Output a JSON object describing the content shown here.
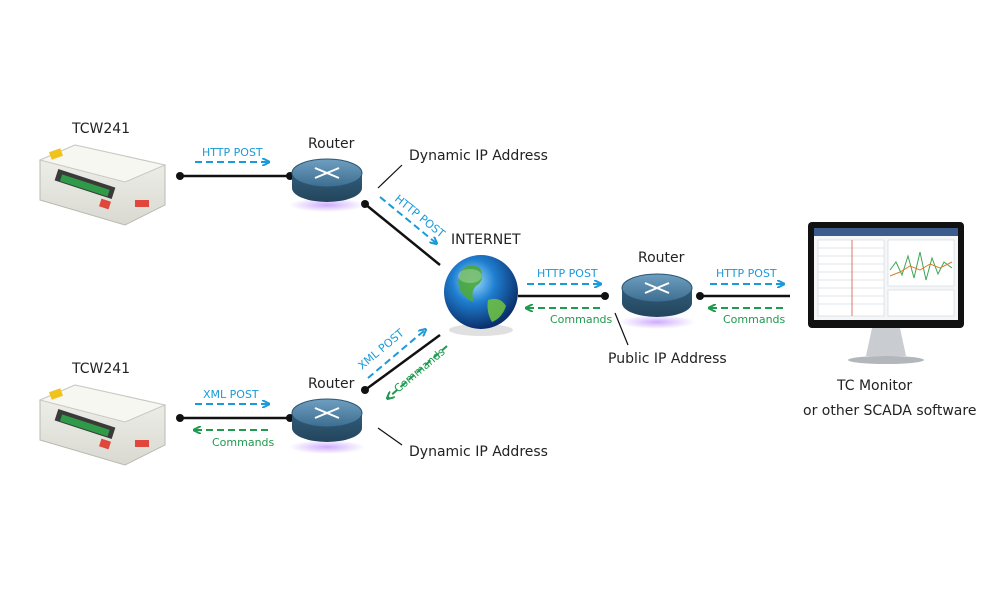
{
  "devices": {
    "top_device": "TCW241",
    "bottom_device": "TCW241",
    "device_label": "TCW241"
  },
  "routers": {
    "top": "Router",
    "bottom": "Router",
    "right": "Router"
  },
  "ip_labels": {
    "top_dynamic": "Dynamic IP Address",
    "bottom_dynamic": "Dynamic IP Address",
    "public": "Public IP Address"
  },
  "internet": {
    "label": "INTERNET"
  },
  "monitor": {
    "line1": "TC Monitor",
    "line2": "or other SCADA software"
  },
  "flows": {
    "top_device_to_router": "HTTP POST",
    "top_router_to_internet": "HTTP POST",
    "internet_to_right_router": "HTTP POST",
    "right_router_to_monitor": "HTTP POST",
    "bottom_device_to_router": "XML POST",
    "bottom_router_to_internet": "XML POST",
    "internet_to_bottom_router": "Commands",
    "router_to_bottom_device": "Commands",
    "right_router_to_internet": "Commands",
    "monitor_to_right_router": "Commands"
  },
  "colors": {
    "request": "#1a9ad9",
    "command": "#1f9a4f",
    "router_body": "#3d6e8f",
    "line": "#111111"
  }
}
